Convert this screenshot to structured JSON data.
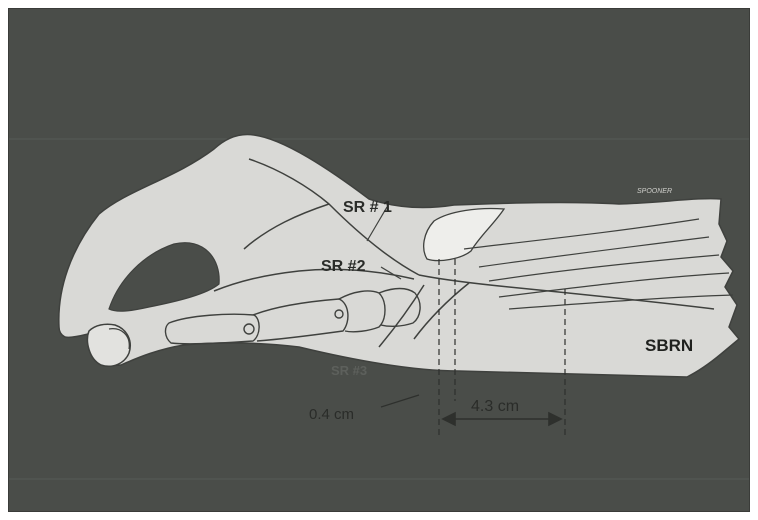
{
  "figure": {
    "background_color": "#4a4d49",
    "arm_fill_color": "#d9d9d6",
    "line_color": "#3f413e",
    "labels": {
      "sr1": "SR # 1",
      "sr2": "SR #2",
      "sr3": "SR #3",
      "sbrn": "SBRN",
      "distance_small": "0.4 cm",
      "distance_large": "4.3 cm",
      "signature": "SPOONER"
    }
  }
}
